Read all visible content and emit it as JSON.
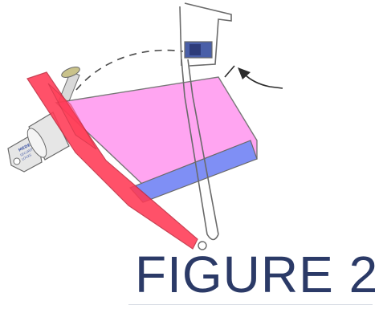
{
  "figure": {
    "caption": "FIGURE 2"
  },
  "key": {
    "label_line1": "MEDECO",
    "label_line2": "SECURITY",
    "label_line3": "LOCKS"
  },
  "colors": {
    "caption": "#2b3a67",
    "bracket": "#ff3a55",
    "body": "#ff9cf0",
    "plate": "#7f8ff5",
    "lock_cylinder": "#e6e6e6",
    "cam": "#4a5fa8",
    "outline": "#6a6a6a",
    "dashed_arc": "#4a4a4a",
    "arrow": "#2b2b2b"
  }
}
